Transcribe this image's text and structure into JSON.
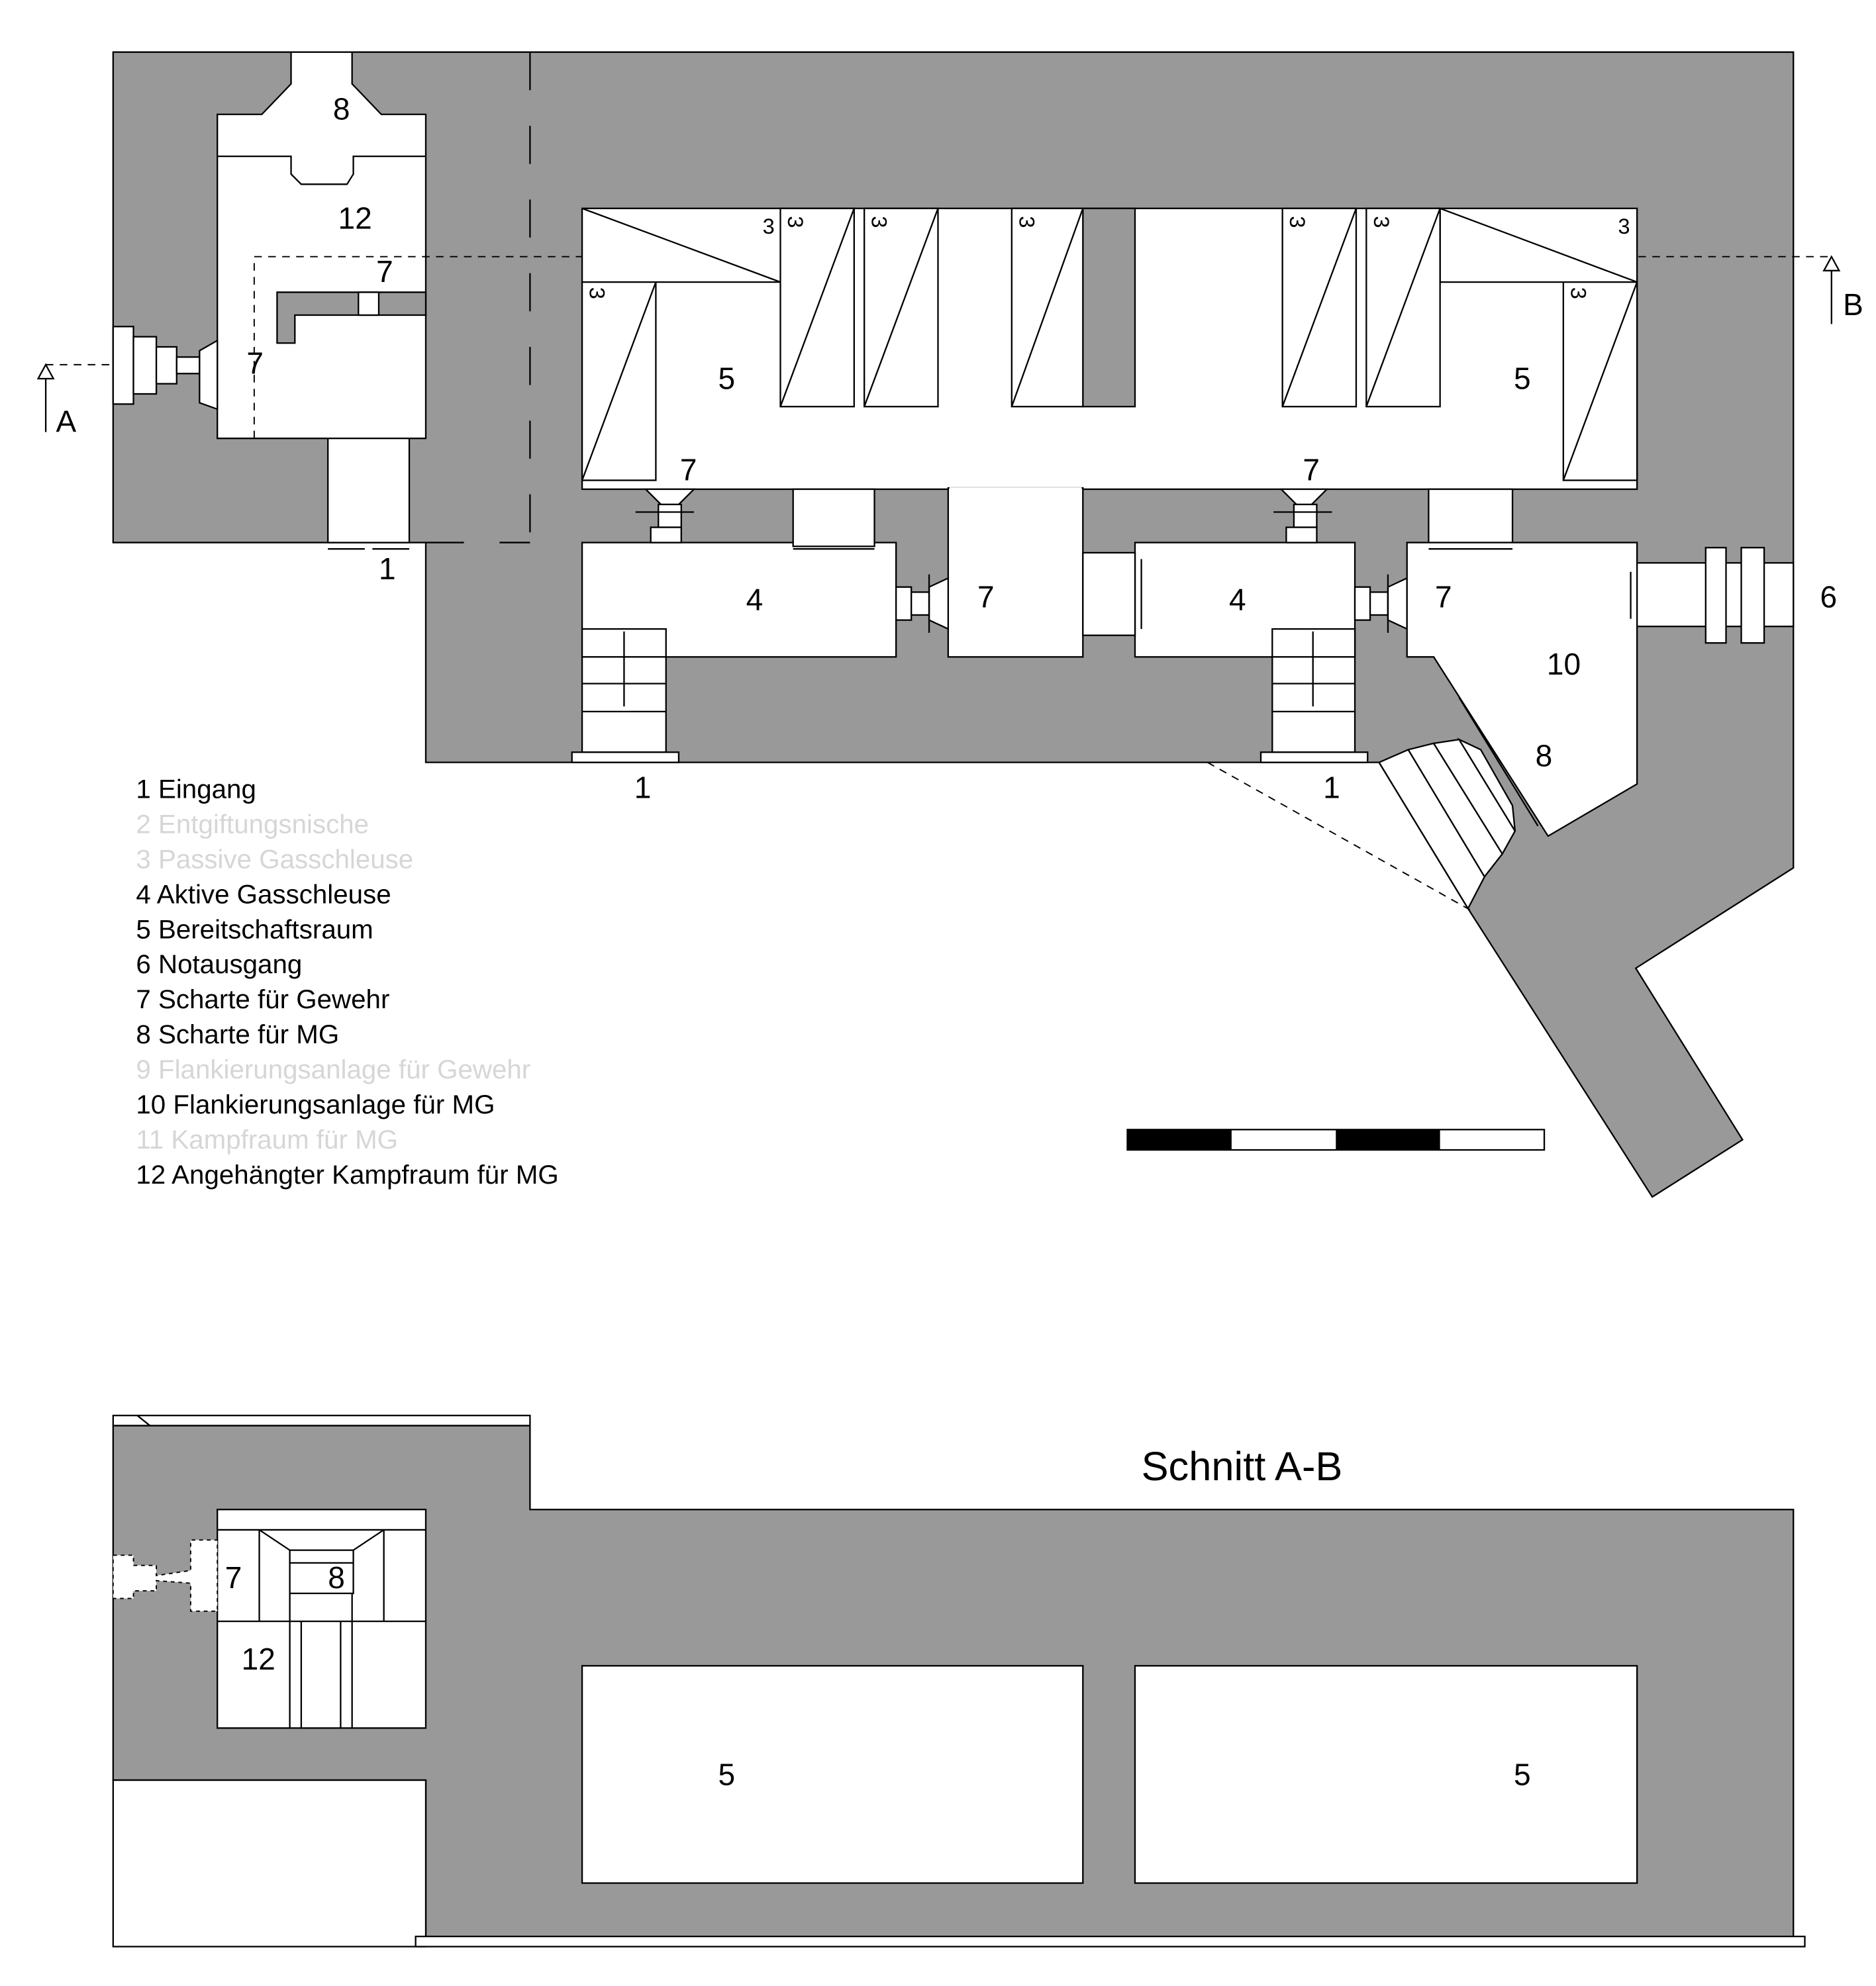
{
  "section_markers": {
    "a": "A",
    "b": "B"
  },
  "plan_labels": {
    "r8_top": "8",
    "r12": "12",
    "r7_upper": "7",
    "r7_left": "7",
    "r1_left": "1",
    "r5_left": "5",
    "r5_right": "5",
    "r7_a": "7",
    "r7_b": "7",
    "r4_left": "4",
    "r7_c": "7",
    "r4_right": "4",
    "r7_d": "7",
    "r10": "10",
    "r6": "6",
    "r8_right": "8",
    "r1_mid": "1",
    "r1_right": "1",
    "r3": "3"
  },
  "legend": [
    {
      "text": "1 Eingang",
      "active": true
    },
    {
      "text": "2 Entgiftungsnische",
      "active": false
    },
    {
      "text": "3 Passive Gasschleuse",
      "active": false
    },
    {
      "text": "4 Aktive Gasschleuse",
      "active": true
    },
    {
      "text": "5 Bereitschaftsraum",
      "active": true
    },
    {
      "text": "6 Notausgang",
      "active": true
    },
    {
      "text": "7 Scharte für Gewehr",
      "active": true
    },
    {
      "text": "8 Scharte für MG",
      "active": true
    },
    {
      "text": "9 Flankierungsanlage für Gewehr",
      "active": false
    },
    {
      "text": "10 Flankierungsanlage für MG",
      "active": true
    },
    {
      "text": "11 Kampfraum für MG",
      "active": false
    },
    {
      "text": "12 Angehängter Kampfraum für MG",
      "active": true
    }
  ],
  "section": {
    "title": "Schnitt A-B",
    "labels": {
      "r7": "7",
      "r8": "8",
      "r12": "12",
      "r5_left": "5",
      "r5_right": "5"
    }
  },
  "colors": {
    "concrete": "#999999",
    "inactive_legend": "#d6d6d6"
  }
}
